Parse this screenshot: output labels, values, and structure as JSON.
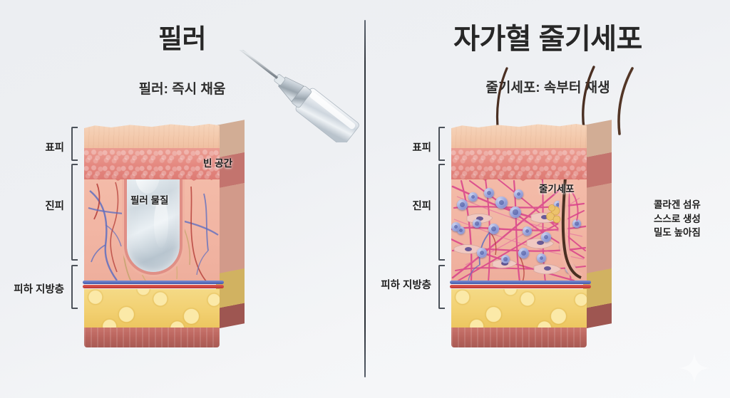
{
  "meta": {
    "background_color": "#eef0f3",
    "title_color": "#272727",
    "divider_color": "#2b3037"
  },
  "panels": [
    {
      "id": "filler",
      "title": "필러",
      "subtitle": "필러: 즉시 채움",
      "layers": [
        {
          "label": "표피"
        },
        {
          "label": "진피"
        },
        {
          "label": "피하 지방층"
        }
      ],
      "annotations": [
        {
          "name": "empty-space",
          "text": "빈 공간"
        },
        {
          "name": "filler-material",
          "text": "필러 물질"
        }
      ],
      "art": {
        "syringe": "syringe-icon",
        "cavity_fill": "#dfe6ea",
        "epidermis_color": "#e4877f",
        "dermis_color": "#f2b6a4",
        "fat_color": "#f2d071",
        "muscle_color": "#b9645d"
      }
    },
    {
      "id": "stemcell",
      "title": "자가혈 줄기세포",
      "subtitle": "줄기세포: 속부터 재생",
      "layers": [
        {
          "label": "표피"
        },
        {
          "label": "진피"
        },
        {
          "label": "피하 지방층"
        }
      ],
      "annotations": [
        {
          "name": "stem-cell",
          "text": "줄기세포"
        },
        {
          "name": "collagen-benefit",
          "lines": [
            "콜라겐 섬유",
            "스스로 생성",
            "밀도 높아짐"
          ]
        }
      ],
      "art": {
        "hairs": 3,
        "stem_cell_color": "#7b86cb",
        "collagen_fiber_color": "#d9418a",
        "epidermis_color": "#e4877f",
        "dermis_color": "#f2b6a4",
        "fat_color": "#f2d071",
        "muscle_color": "#b9645d"
      }
    }
  ],
  "watermark": {
    "name": "sparkle-icon"
  }
}
